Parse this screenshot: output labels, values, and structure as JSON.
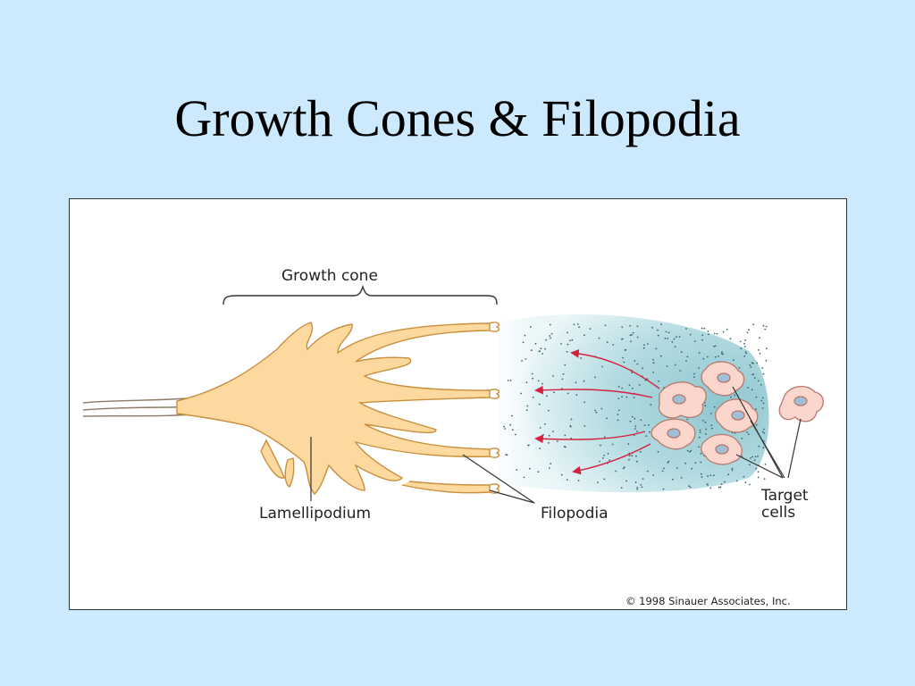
{
  "slide": {
    "title": "Growth Cones & Filopodia"
  },
  "figure": {
    "labels": {
      "growth_cone": "Growth cone",
      "lamellipodium": "Lamellipodium",
      "filopodia": "Filopodia",
      "target_cells_line1": "Target",
      "target_cells_line2": "cells"
    },
    "copyright": "© 1998 Sinauer Associates, Inc.",
    "colors": {
      "slide_background": "#cce9fd",
      "growth_cone_fill": "#fdd9a0",
      "growth_cone_outline": "#c98f3c",
      "gradient_zone": "#a9d5dd",
      "target_cell_fill": "#fbd6cd",
      "target_cell_nucleus": "#9fbfd6",
      "arrow": "#d4213f"
    }
  }
}
